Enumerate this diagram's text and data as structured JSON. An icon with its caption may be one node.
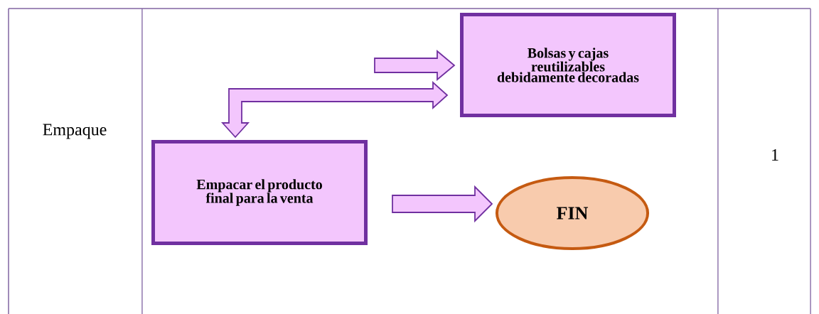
{
  "diagram": {
    "nodes": [
      {
        "text": [
          "Bolsas y cajas reutilizables debidamente decoradas"
        ]
      },
      {
        "text": [
          "Empacar el producto final para la venta"
        ]
      },
      {
        "text": [
          "FIN"
        ]
      }
    ],
    "edges": [
      {
        "from": null,
        "to": 0,
        "arrow": "to"
      },
      {
        "from": 0,
        "to": 1,
        "arrow": "both"
      },
      {
        "from": 1,
        "to": 2,
        "arrow": "to"
      }
    ],
    "labels": [
      "Empaque",
      "1"
    ]
  }
}
